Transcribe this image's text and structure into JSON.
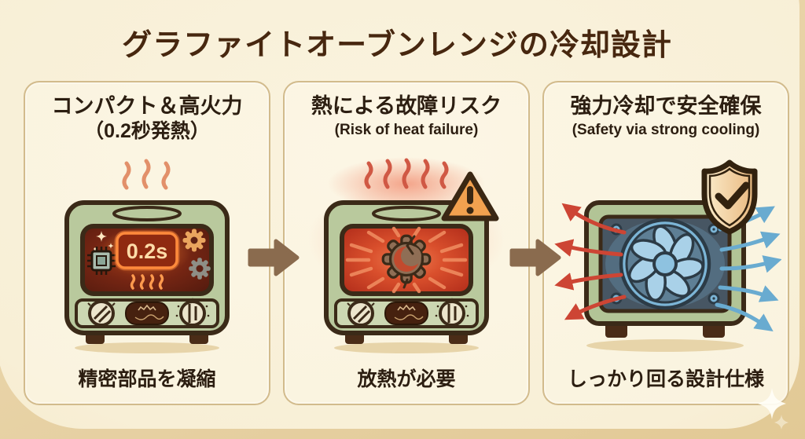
{
  "title": "グラファイトオーブンレンジの冷却設計",
  "panels": [
    {
      "id": "compact-high-power",
      "heading": "コンパクト＆高火力",
      "subheading": "（0.2秒発熱）",
      "caption": "精密部品を凝縮",
      "display_value": "0.2s"
    },
    {
      "id": "heat-failure-risk",
      "heading": "熱による故障リスク",
      "subheading": "(Risk of heat failure)",
      "caption": "放熱が必要"
    },
    {
      "id": "cooling-safety",
      "heading": "強力冷却で安全確保",
      "subheading": "(Safety via strong cooling)",
      "caption": "しっかり回る設計仕様"
    }
  ],
  "icons": {
    "flow_arrow": "right-block-arrow",
    "heat_wave": "wavy-heat-lines",
    "gear": "gear",
    "cpu_chip": "cpu-chip",
    "sparkle": "four-point-star",
    "warning": "triangle-exclamation",
    "cracked_gear": "broken-gear",
    "cooling_fan": "seven-blade-fan",
    "shield_check": "shield-with-checkmark",
    "hot_air": "red-curved-arrows-left",
    "cool_air": "blue-curved-arrows-right"
  },
  "colors": {
    "background_tan": "#e6d0a2",
    "sheet_cream": "#f8efd6",
    "title_brown": "#47270f",
    "text_dark": "#2c1e11",
    "panel_border": "#d2bb8c",
    "flow_arrow_brown": "#8a6b4e",
    "oven_green": "#b9c99d",
    "outline_brown": "#3b2a18",
    "window_dark_red": "#5e2013",
    "hot_red": "#c23b1e",
    "glow_orange": "#ff8a3c",
    "warning_orange": "#f2a14f",
    "cool_blue": "#6fb0d6",
    "fan_panel_slate": "#475663",
    "shield_gold": "#eec28d"
  }
}
